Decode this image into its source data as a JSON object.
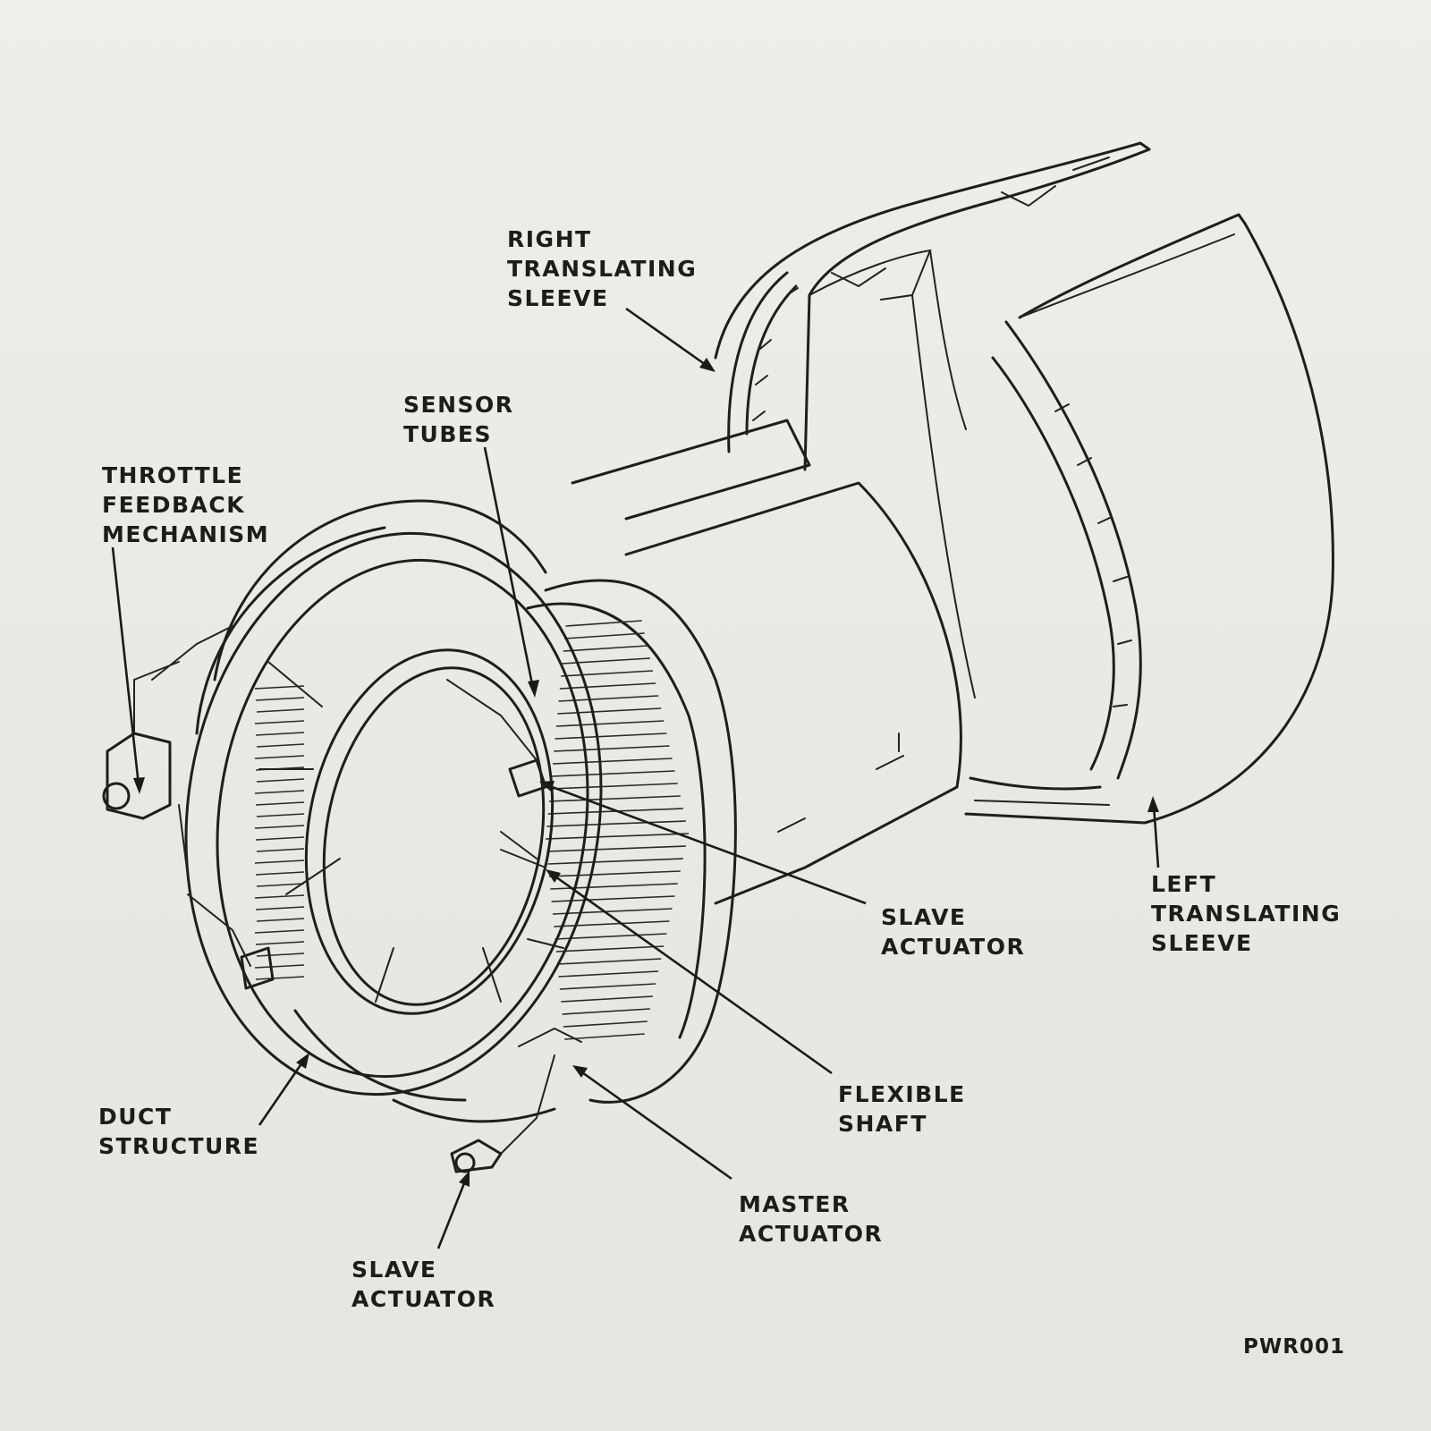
{
  "labels": {
    "right_sleeve": [
      "RIGHT",
      "TRANSLATING",
      "SLEEVE"
    ],
    "sensor_tubes": [
      "SENSOR",
      "TUBES"
    ],
    "throttle": [
      "THROTTLE",
      "FEEDBACK",
      "MECHANISM"
    ],
    "slave_actuator_right": [
      "SLAVE",
      "ACTUATOR"
    ],
    "left_sleeve": [
      "LEFT",
      "TRANSLATING",
      "SLEEVE"
    ],
    "flexible_shaft": [
      "FLEXIBLE",
      "SHAFT"
    ],
    "duct_structure": [
      "DUCT",
      "STRUCTURE"
    ],
    "master_actuator": [
      "MASTER",
      "ACTUATOR"
    ],
    "slave_actuator_bottom": [
      "SLAVE",
      "ACTUATOR"
    ]
  },
  "figure_code": "PWR001"
}
